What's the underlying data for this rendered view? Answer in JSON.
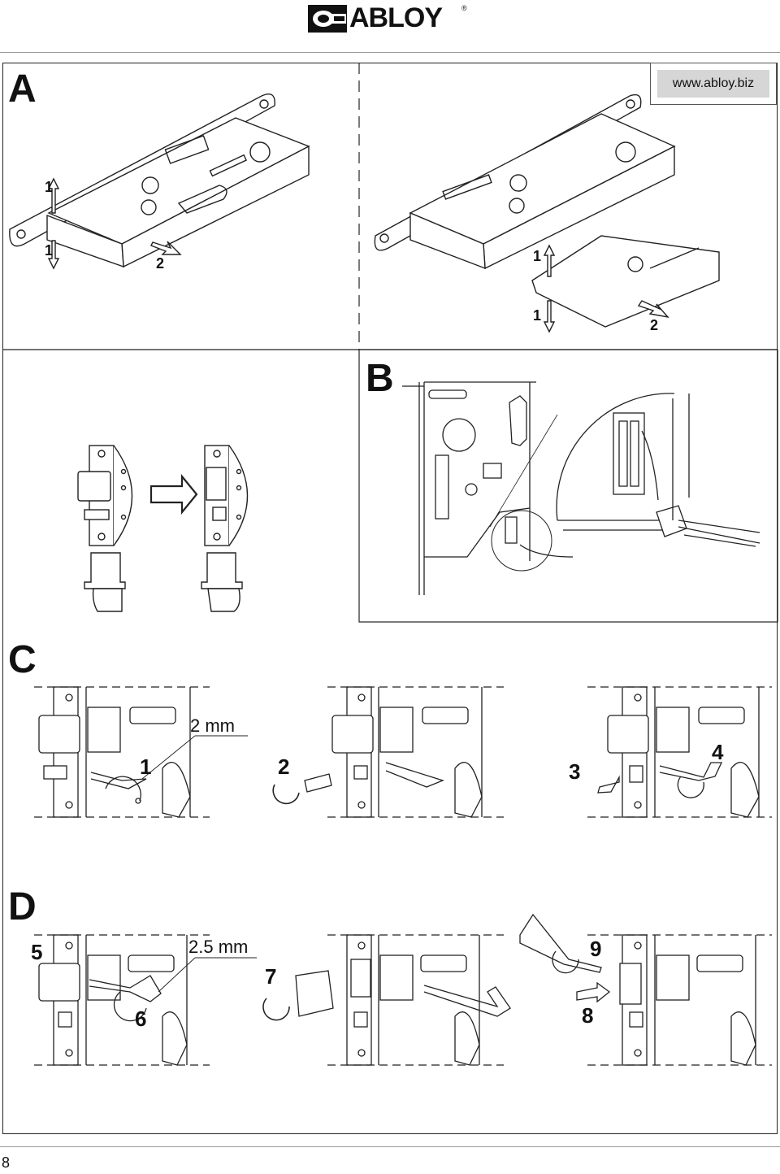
{
  "header": {
    "brand": "ABLOY",
    "registered": "®"
  },
  "url": "www.abloy.biz",
  "sections": {
    "a": "A",
    "b": "B",
    "c": "C",
    "d": "D"
  },
  "steps_a": {
    "left_up": "1",
    "left_down": "1",
    "left_push": "2",
    "right_up": "1",
    "right_down": "1",
    "right_push": "2"
  },
  "steps_c": {
    "s1": "1",
    "s2": "2",
    "s3": "3",
    "s4": "4",
    "gap": "2 mm"
  },
  "steps_d": {
    "s5": "5",
    "s6": "6",
    "s7": "7",
    "s8": "8",
    "s9": "9",
    "gap": "2.5 mm"
  },
  "page_number": "8"
}
